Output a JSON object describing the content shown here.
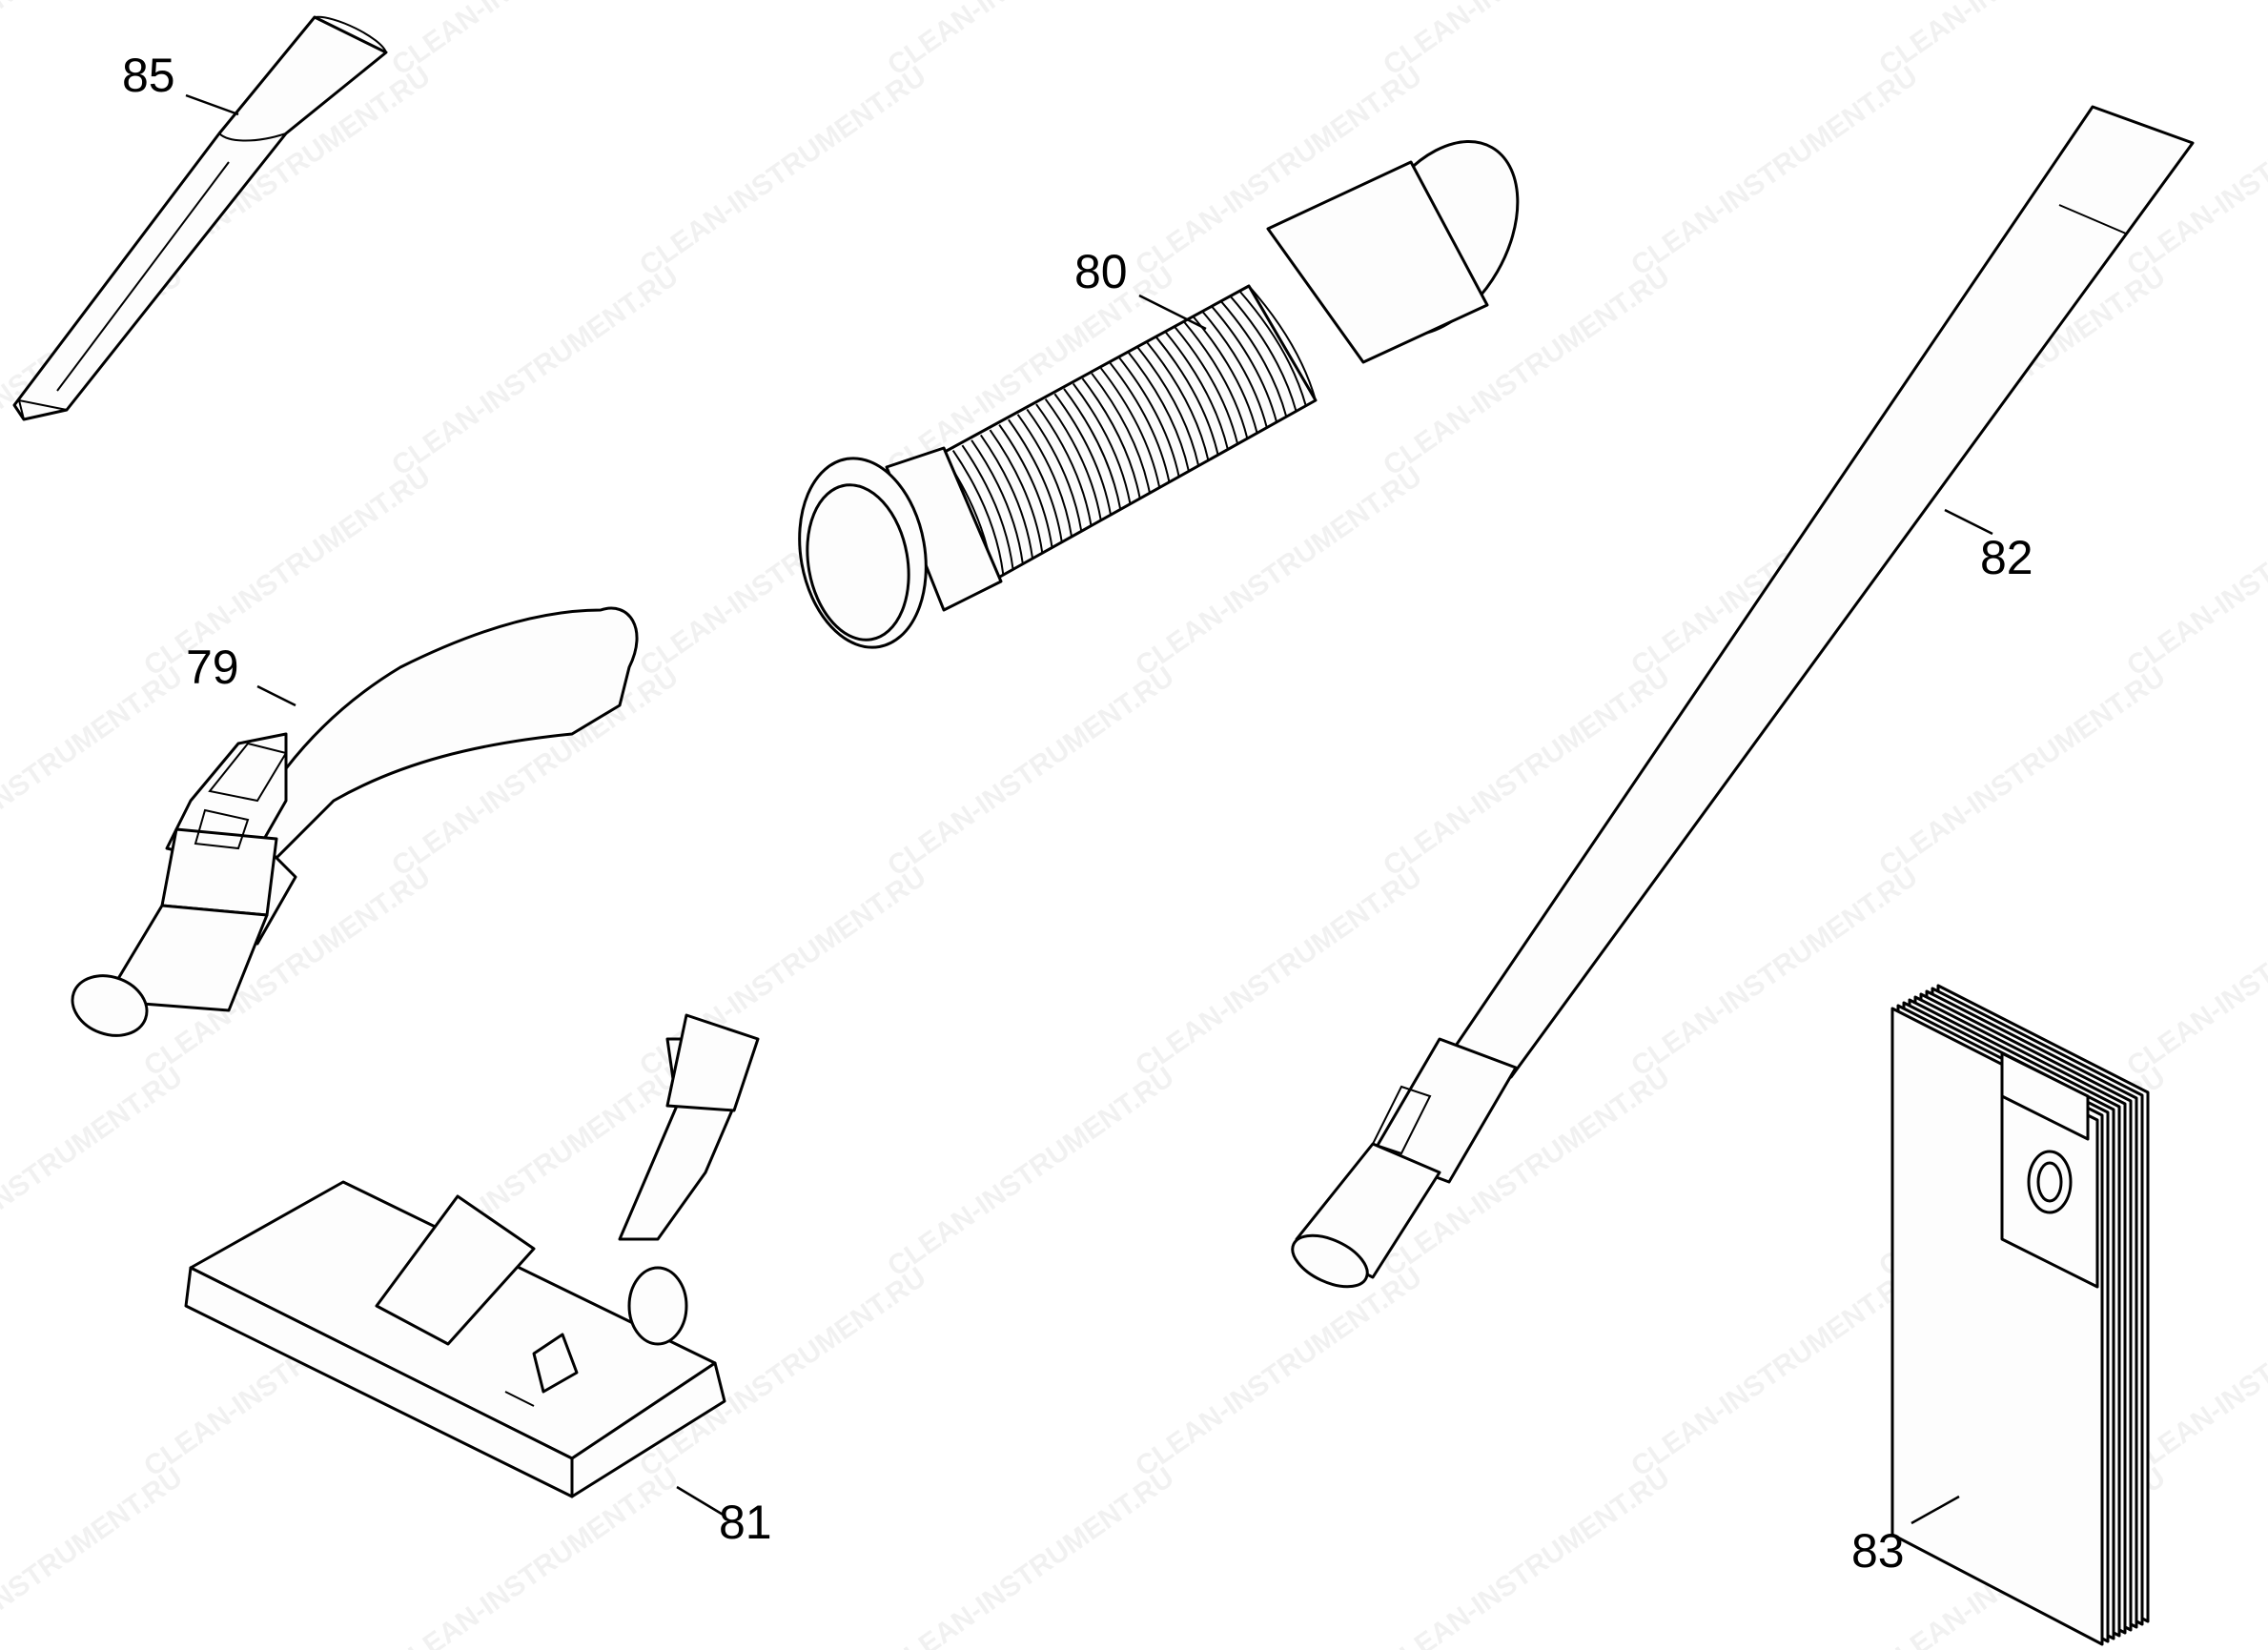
{
  "watermark": "CLEAN-INSTRUMENT.RU",
  "callouts": {
    "p85": "85",
    "p80": "80",
    "p79": "79",
    "p82": "82",
    "p81": "81",
    "p83": "83"
  }
}
